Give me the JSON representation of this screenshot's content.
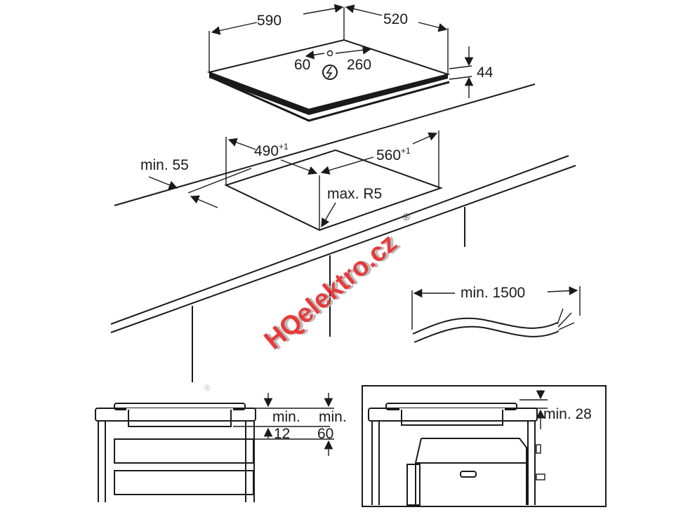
{
  "hob": {
    "width": "590",
    "depth": "520",
    "height": "44",
    "conn_offset_x": "60",
    "conn_offset_y": "260"
  },
  "cutout": {
    "width": "490",
    "width_tol": "+1",
    "depth": "560",
    "depth_tol": "+1",
    "radius": "max. R5",
    "edge_distance": "min. 55"
  },
  "cable": {
    "length": "min. 1500"
  },
  "drawer_section": {
    "gap_label": "min.",
    "gap_value": "12",
    "space_label": "min.",
    "space_value": "60"
  },
  "oven_section": {
    "gap": "min. 28"
  },
  "watermark": {
    "text": "HQelektro.cz",
    "mark": "®",
    "color_main": "#e21a1a",
    "color_shadow": "#b0b0b0"
  }
}
